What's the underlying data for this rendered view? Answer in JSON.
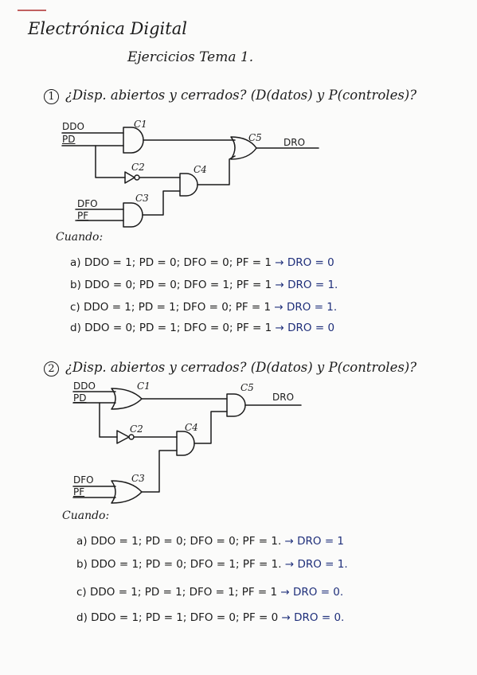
{
  "title": "Electrónica Digital",
  "subtitle": "Ejercicios Tema 1.",
  "questions": [
    {
      "number": "1",
      "text": "¿Disp. abiertos y cerrados? (D(datos) y P(controles)?",
      "when_label": "Cuando:",
      "signals": {
        "ddo": "DDO",
        "pd": "PD",
        "dfo": "DFO",
        "pf": "PF",
        "dro": "DRO"
      },
      "components": [
        "C1",
        "C2",
        "C3",
        "C4",
        "C5"
      ],
      "answers": [
        {
          "label": "a)",
          "text": "DDO = 1; PD = 0; DFO = 0; PF = 1",
          "arrow": "→",
          "result": "DRO = 0"
        },
        {
          "label": "b)",
          "text": "DDO = 0; PD = 0; DFO = 1; PF = 1",
          "arrow": "→",
          "result": "DRO = 1."
        },
        {
          "label": "c)",
          "text": "DDO = 1; PD = 1; DFO = 0; PF = 1",
          "arrow": "→",
          "result": "DRO = 1."
        },
        {
          "label": "d)",
          "text": "DDO = 0; PD = 1; DFO = 0; PF = 1",
          "arrow": "→",
          "result": "DRO = 0"
        }
      ]
    },
    {
      "number": "2",
      "text": "¿Disp. abiertos y cerrados? (D(datos) y P(controles)?",
      "when_label": "Cuando:",
      "signals": {
        "ddo": "DDO",
        "pd": "PD",
        "dfo": "DFO",
        "pf": "PF",
        "dro": "DRO"
      },
      "components": [
        "C1",
        "C2",
        "C3",
        "C4",
        "C5"
      ],
      "answers": [
        {
          "label": "a)",
          "text": "DDO = 1; PD = 0; DFO = 0; PF = 1.",
          "arrow": "→",
          "result": "DRO = 1"
        },
        {
          "label": "b)",
          "text": "DDO = 1; PD = 0; DFO = 1; PF = 1.",
          "arrow": "→",
          "result": "DRO = 1."
        },
        {
          "label": "c)",
          "text": "DDO = 1; PD = 1; DFO = 1; PF = 1",
          "arrow": "→",
          "result": "DRO = 0."
        },
        {
          "label": "d)",
          "text": "DDO = 1; PD = 1; DFO = 0; PF = 0",
          "arrow": "→",
          "result": "DRO = 0."
        }
      ]
    }
  ]
}
